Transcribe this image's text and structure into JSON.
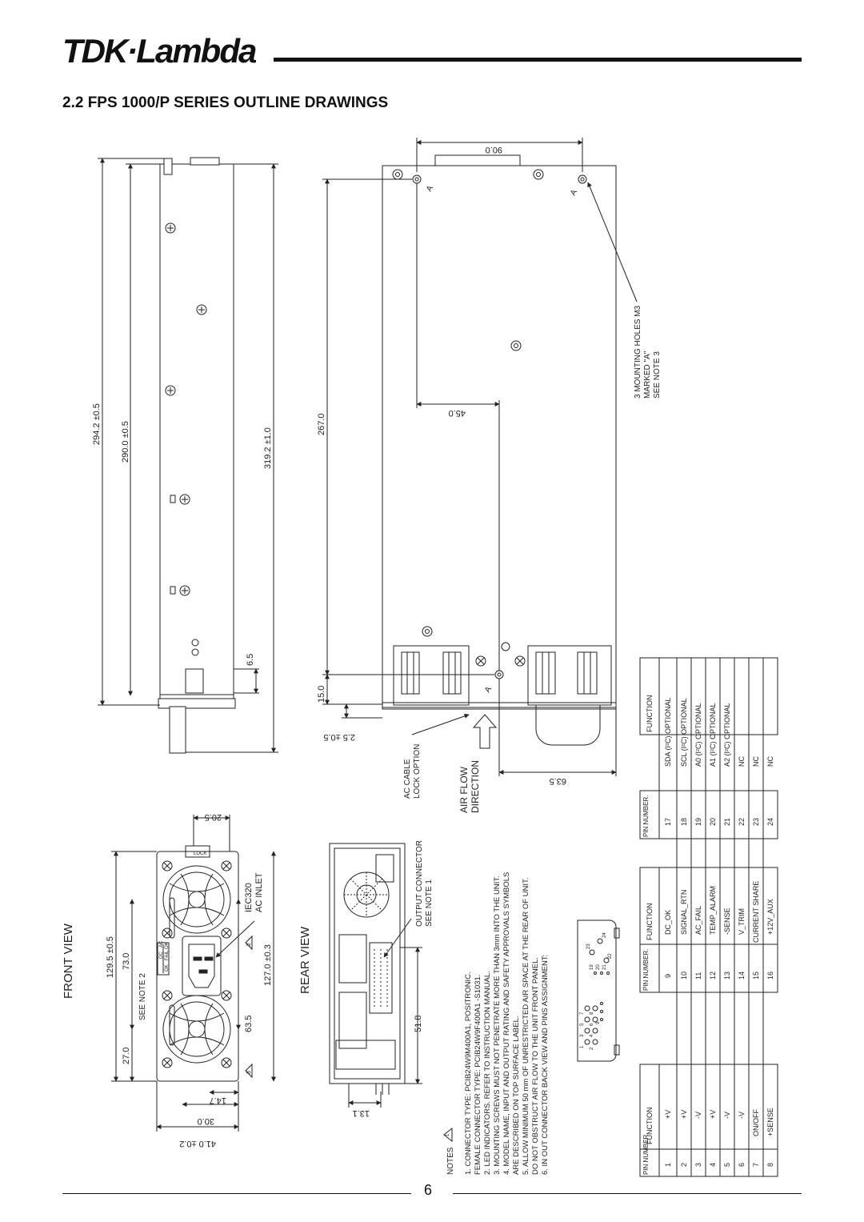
{
  "header": {
    "logo_text": "TDK·Lambda",
    "title": "2.2 FPS 1000/P SERIES OUTLINE DRAWINGS"
  },
  "side_view": {
    "dim_294": "294.2 ±0.5",
    "dim_290": "290.0 ±0.5",
    "dim_319": "319.2 ±1.0",
    "dim_65": "6.5"
  },
  "top_view": {
    "dim_90": "90.0",
    "dim_267": "267.0",
    "dim_45": "45.0",
    "dim_15": "15.0",
    "dim_25": "2.5 ±0.5",
    "dim_635": "63.5",
    "label_a": "A",
    "mounting_note": [
      "3 MOUNTING HOLES M3",
      "MARKED \"A\"",
      "SEE NOTE 3"
    ],
    "ac_cable_lock": [
      "AC CABLE",
      "LOCK OPTION"
    ],
    "air_flow": [
      "AIR FLOW",
      "DIRECTION"
    ]
  },
  "front_view": {
    "title": "FRONT VIEW",
    "dim_1295": "129.5 ±0.5",
    "dim_73": "73.0",
    "dim_27": "27.0",
    "dim_635": "63.5",
    "dim_1270": "127.0 ±0.3",
    "dim_205": "20.5",
    "dim_147": "14.7",
    "dim_30": "30.0",
    "dim_41": "41.0 ±0.2",
    "see_note_2": "SEE NOTE 2",
    "iec_label": [
      "IEC320",
      "AC INLET"
    ],
    "lock_label": "LOCK",
    "led_labels": [
      "DC",
      "AC",
      "OK",
      "FAIL",
      "OK"
    ],
    "marker_2": "2",
    "marker_3": "3"
  },
  "rear_view": {
    "title": "REAR VIEW",
    "output_connector": [
      "OUTPUT CONNECTOR",
      "SEE NOTE 1"
    ],
    "dim_518": "51.8",
    "dim_131": "13.1"
  },
  "notes": {
    "heading": "NOTES",
    "marker": "1",
    "lines": [
      "1. CONNECTOR TYPE: PCIB24W9M400A1, POSITRONIC.",
      "   FEMALE CONNECTOR TYPE: PCIB24W9F400A1 -S1031.",
      "2. LED INDICATORS. REFER TO INSTRUCTION MANUAL.",
      "3. MOUNTING SCREWS MUST NOT PENETRATE MORE THAN 3mm INTO THE UNIT.",
      "4. MODEL NAME, INPUT AND OUTPUT RATING AND SAFETY APPROVALS SYMBOLS",
      "   ARE DESCRIBED ON TOP SURFACE LABEL.",
      "5. ALLOW MINIMUM 50 mm OF UNRESTRICTED AIR SPACE AT THE REAR OF UNIT.",
      "   DO NOT OBSTRUCT AIR FLOW TO THE UNIT FRONT PANEL.",
      "6. IN OUT CONNECTOR BACK VIEW AND PINS ASSIGNMENT:"
    ]
  },
  "pin_table": {
    "header_pin": "PIN NUMBER.",
    "header_function": "FUNCTION",
    "group1": [
      {
        "pin": "1",
        "function": "+V"
      },
      {
        "pin": "2",
        "function": "+V"
      },
      {
        "pin": "3",
        "function": "-V"
      },
      {
        "pin": "4",
        "function": "+V"
      },
      {
        "pin": "5",
        "function": "-V"
      },
      {
        "pin": "6",
        "function": "-V"
      },
      {
        "pin": "7",
        "function": "ON/OFF"
      },
      {
        "pin": "8",
        "function": "+SENSE"
      }
    ],
    "group2": [
      {
        "pin": "9",
        "function": "DC_OK"
      },
      {
        "pin": "10",
        "function": "SIGNAL_RTN"
      },
      {
        "pin": "11",
        "function": "AC_FAIL"
      },
      {
        "pin": "12",
        "function": "TEMP_ALARM"
      },
      {
        "pin": "13",
        "function": "-SENSE"
      },
      {
        "pin": "14",
        "function": "V_TRIM"
      },
      {
        "pin": "15",
        "function": "CURRENT SHARE"
      },
      {
        "pin": "16",
        "function": "+12V_AUX"
      }
    ],
    "group3": [
      {
        "pin": "17",
        "function": "SDA (I²C) OPTIONAL"
      },
      {
        "pin": "18",
        "function": "SCL (I²C) OPTIONAL"
      },
      {
        "pin": "19",
        "function": "A0 (I²C) OPTIONAL"
      },
      {
        "pin": "20",
        "function": "A1 (I²C) OPTIONAL"
      },
      {
        "pin": "21",
        "function": "A2 (I²C) OPTIONAL"
      },
      {
        "pin": "22",
        "function": "NC"
      },
      {
        "pin": "23",
        "function": "NC"
      },
      {
        "pin": "24",
        "function": "NC"
      }
    ]
  },
  "connector_pins": [
    "1",
    "2",
    "3",
    "4",
    "5",
    "6",
    "7",
    "8",
    "9",
    "19",
    "20",
    "21",
    "22",
    "23",
    "24"
  ],
  "footer": {
    "page_number": "6"
  }
}
